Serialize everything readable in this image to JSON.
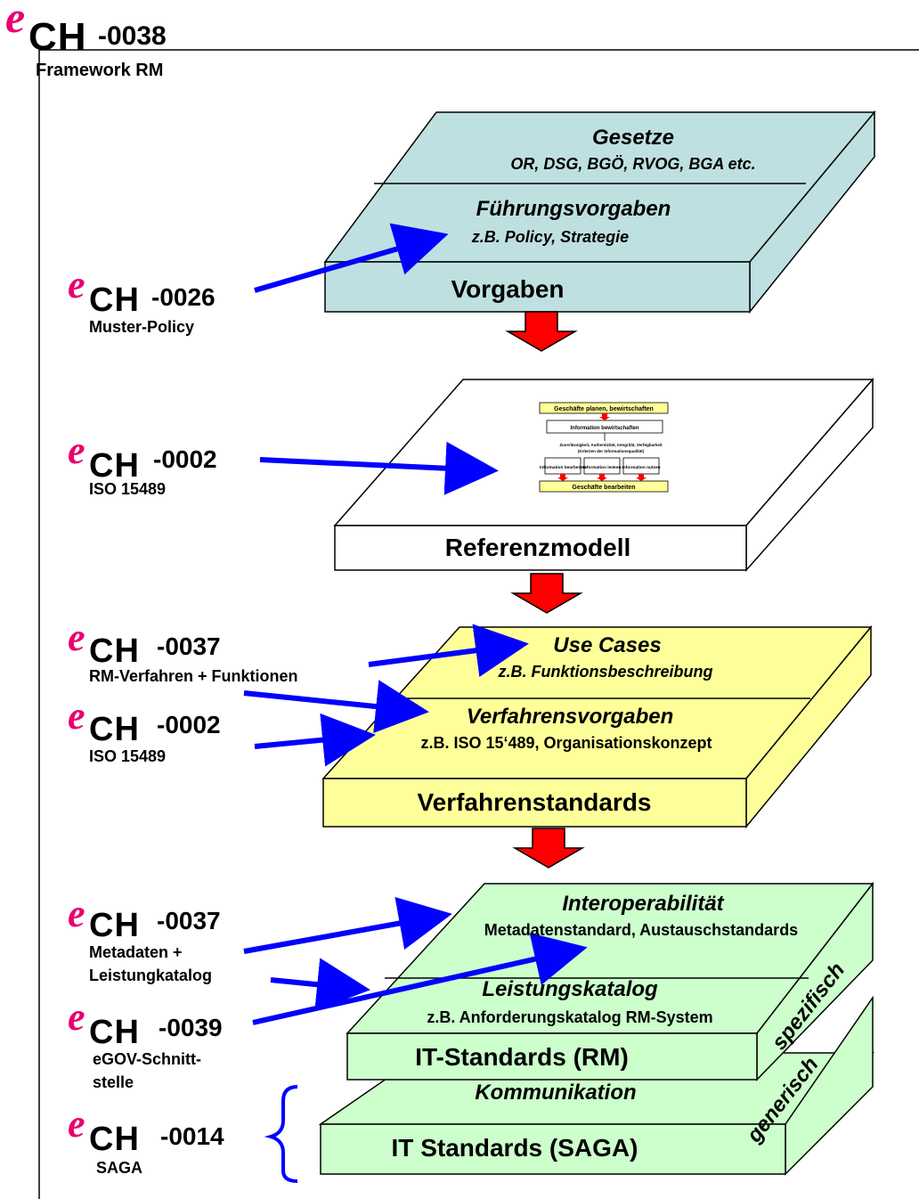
{
  "header": {
    "e": "e",
    "ch": "CH",
    "number": "-0038",
    "subtitle": "Framework RM"
  },
  "layers": {
    "vorgaben": {
      "top_title": "Gesetze",
      "top_sub": "OR, DSG, BGÖ, RVOG, BGA etc.",
      "mid_title": "Führungsvorgaben",
      "mid_sub": "z.B. Policy, Strategie",
      "front_label": "Vorgaben",
      "color": "#bfe0e0"
    },
    "referenz": {
      "front_label": "Referenzmodell",
      "color": "#ffffff",
      "mini": {
        "top_box": "Geschäfte planen, bewirtschaften",
        "mid_box": "Information bewirtschaften",
        "criteria_1": "Zuverlässigkeit, Authentizität, Integrität, Verfügbarkeit",
        "criteria_2": "(Kriterien der Informationsqualität)",
        "box_a": "Information bearbeiten",
        "box_b": "Information lenken",
        "box_c": "Information nutzen",
        "bottom_box": "Geschäfte bearbeiten"
      }
    },
    "verfahren": {
      "top_title": "Use Cases",
      "top_sub": "z.B. Funktionsbeschreibung",
      "mid_title": "Verfahrensvorgaben",
      "mid_sub": "z.B. ISO 15‘489, Organisationskonzept",
      "front_label": "Verfahrenstandards",
      "color": "#ffff99"
    },
    "it": {
      "top_title": "Interoperabilität",
      "top_sub": "Metadatenstandard, Austauschstandards",
      "mid_title": "Leistungskatalog",
      "mid_sub": "z.B. Anforderungskatalog RM-System",
      "front_label": "IT-Standards (RM)",
      "side_label": "spezifisch",
      "color": "#ccffcc"
    },
    "saga": {
      "top_title": "Kommunikation",
      "front_label": "IT Standards (SAGA)",
      "side_label": "generisch",
      "color": "#ccffcc"
    }
  },
  "standards": [
    {
      "e": "e",
      "ch": "CH",
      "number": "-0026",
      "sub": [
        "Muster-Policy"
      ]
    },
    {
      "e": "e",
      "ch": "CH",
      "number": "-0002",
      "sub": [
        "ISO 15489"
      ]
    },
    {
      "e": "e",
      "ch": "CH",
      "number": "-0037",
      "sub": [
        "RM-Verfahren + Funktionen"
      ]
    },
    {
      "e": "e",
      "ch": "CH",
      "number": "-0002",
      "sub": [
        "ISO 15489"
      ]
    },
    {
      "e": "e",
      "ch": "CH",
      "number": "-0037",
      "sub": [
        "Metadaten +",
        "Leistungkatalog"
      ]
    },
    {
      "e": "e",
      "ch": "CH",
      "number": "-0039",
      "sub": [
        "eGOV-Schnitt-",
        "stelle"
      ]
    },
    {
      "e": "e",
      "ch": "CH",
      "number": "-0014",
      "sub": [
        "SAGA"
      ]
    }
  ],
  "colors": {
    "arrow_blue": "#0000ff",
    "arrow_red": "#ff0000",
    "logo_magenta": "#e8006f"
  }
}
